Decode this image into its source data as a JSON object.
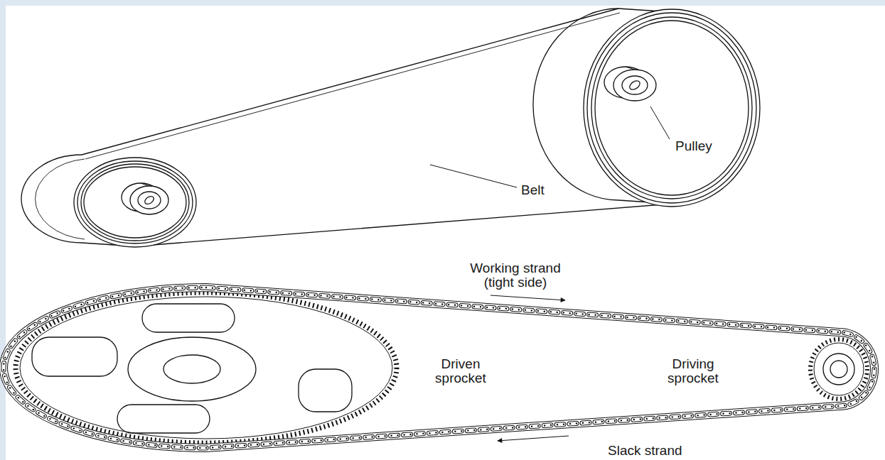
{
  "diagram": {
    "labels": [
      "Pulley",
      "Belt",
      "Working strand (tight side)",
      "Driven sprocket",
      "Driving sprocket",
      "Slack strand"
    ]
  }
}
